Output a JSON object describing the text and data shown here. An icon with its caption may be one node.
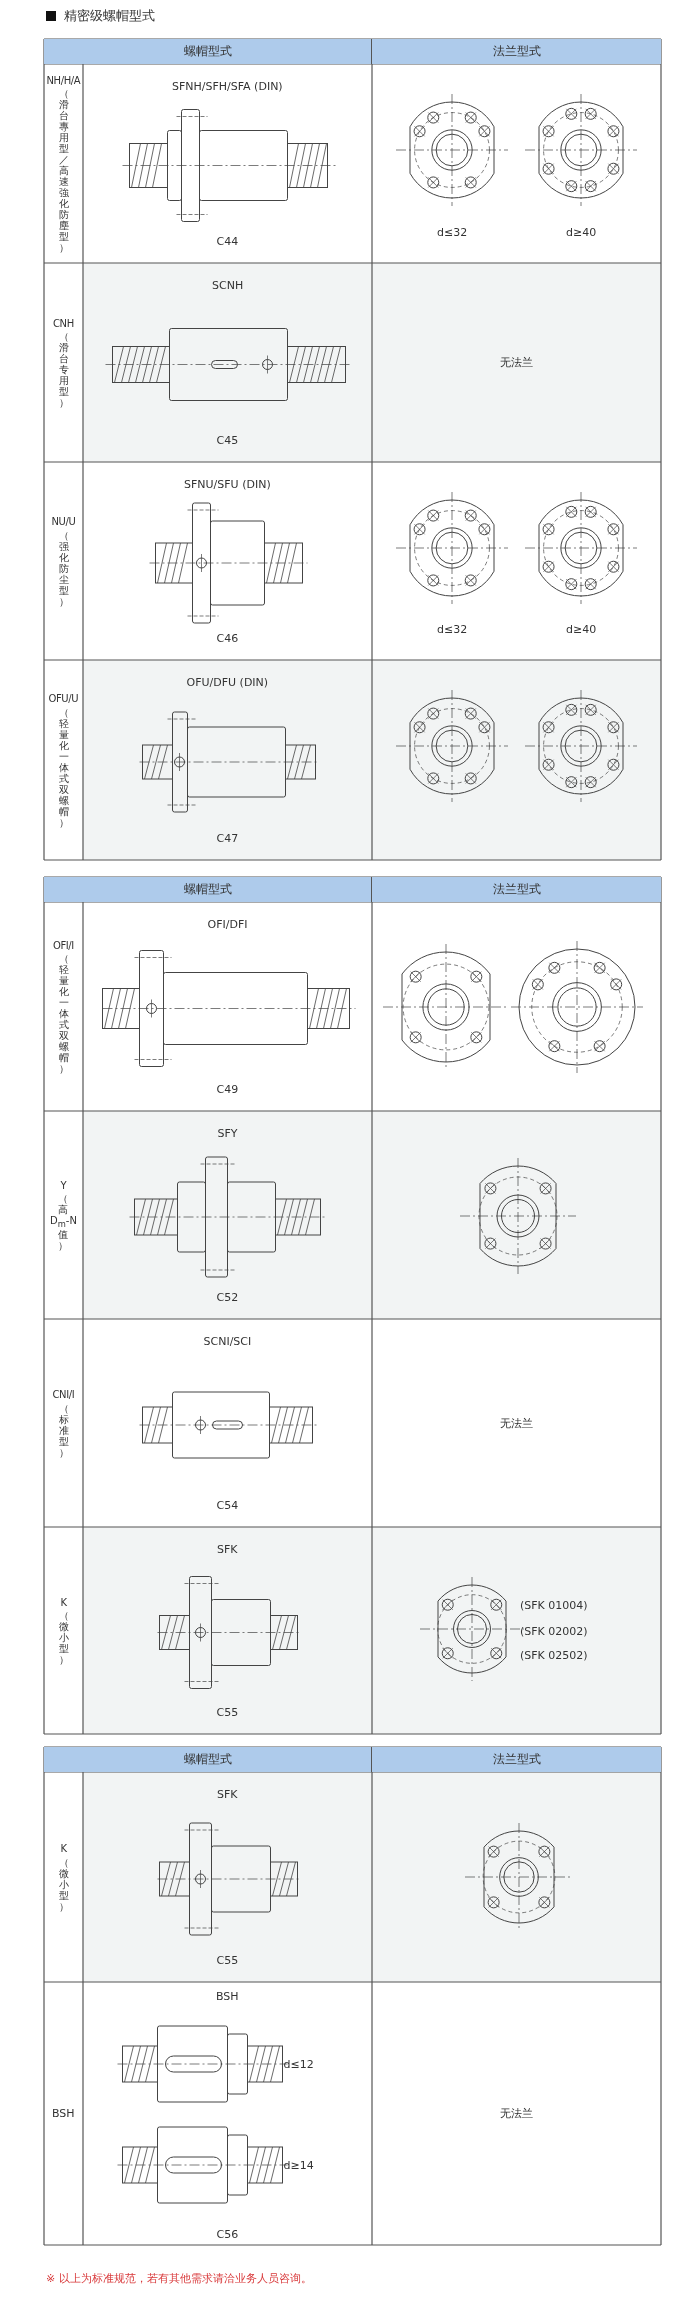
{
  "diagram": {
    "title": "精密级螺帽型式",
    "labels": [
      "螺帽型式",
      "法兰型式",
      "NH/H/A",
      "（滑台專用型／高速強化防塵型）",
      "SFNH/SFH/SFA (DIN)",
      "C44",
      "d≤32",
      "d≥40",
      "CNH",
      "（滑台专用型）",
      "SCNH",
      "C45",
      "无法兰",
      "NU/U",
      "（强化防尘型）",
      "SFNU/SFU (DIN)",
      "C46",
      "d≤32",
      "d≥40",
      "OFU/U",
      "（轻量化一体式双螺帽）",
      "OFU/DFU (DIN)",
      "C47",
      "螺帽型式",
      "法兰型式",
      "OFI/I",
      "（轻量化一体式双螺帽）",
      "OFI/DFI",
      "C49",
      "Y",
      "（高D$_{m}$-N值）",
      "SFY",
      "C52",
      "CNI/I",
      "（标准型）",
      "SCNI/SCI",
      "C54",
      "无法兰",
      "K",
      "（微小型）",
      "SFK",
      "C55",
      "(SFK 01004)",
      "(SFK 02002)",
      "(SFK 02502)",
      "螺帽型式",
      "法兰型式",
      "K",
      "（微小型）",
      "SFK",
      "C55",
      "BSH",
      "BSH",
      "d≤12",
      "d≥14",
      "C56",
      "无法兰",
      "※ 以上为标准规范，若有其他需求请洽业务人员咨询。"
    ]
  }
}
